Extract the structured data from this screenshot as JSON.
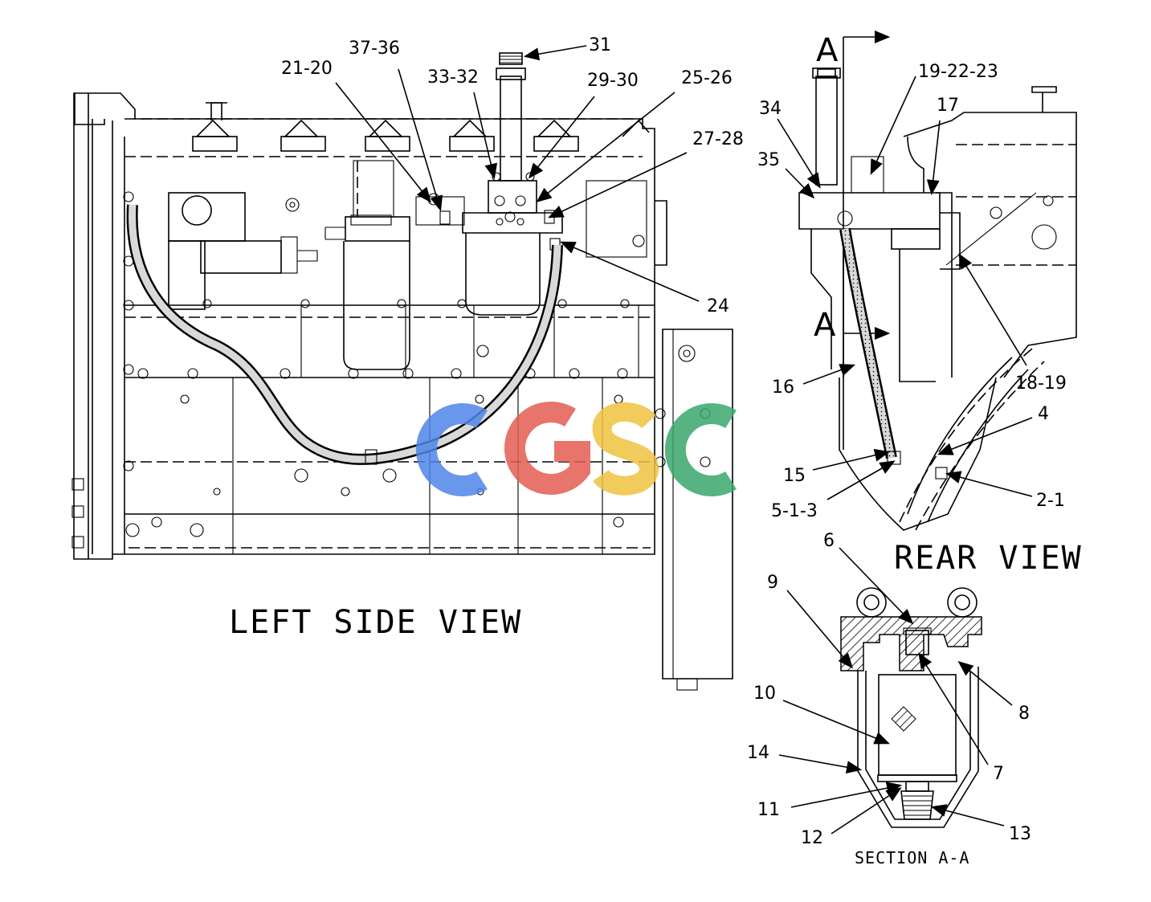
{
  "views": {
    "left_side_title": "LEFT SIDE VIEW",
    "rear_title": "REAR VIEW",
    "section_title": "SECTION A-A",
    "section_marker_top": "A",
    "section_marker_mid": "A"
  },
  "callouts_left": [
    {
      "id": "c31",
      "text": "31"
    },
    {
      "id": "c37_36",
      "text": "37-36"
    },
    {
      "id": "c21_20",
      "text": "21-20"
    },
    {
      "id": "c33_32",
      "text": "33-32"
    },
    {
      "id": "c29_30",
      "text": "29-30"
    },
    {
      "id": "c25_26",
      "text": "25-26"
    },
    {
      "id": "c27_28",
      "text": "27-28"
    },
    {
      "id": "c24",
      "text": "24"
    }
  ],
  "callouts_rear": [
    {
      "id": "c19_22_23",
      "text": "19-22-23"
    },
    {
      "id": "c34",
      "text": "34"
    },
    {
      "id": "c17",
      "text": "17"
    },
    {
      "id": "c35",
      "text": "35"
    },
    {
      "id": "c16",
      "text": "16"
    },
    {
      "id": "c18_19",
      "text": "18-19"
    },
    {
      "id": "c4",
      "text": "4"
    },
    {
      "id": "c15",
      "text": "15"
    },
    {
      "id": "c2_1",
      "text": "2-1"
    },
    {
      "id": "c5_1_3",
      "text": "5-1-3"
    }
  ],
  "callouts_section": [
    {
      "id": "c6",
      "text": "6"
    },
    {
      "id": "c9",
      "text": "9"
    },
    {
      "id": "c10",
      "text": "10"
    },
    {
      "id": "c8",
      "text": "8"
    },
    {
      "id": "c14",
      "text": "14"
    },
    {
      "id": "c7",
      "text": "7"
    },
    {
      "id": "c11",
      "text": "11"
    },
    {
      "id": "c13",
      "text": "13"
    },
    {
      "id": "c12",
      "text": "12"
    }
  ],
  "watermark": {
    "text": "CGSC",
    "colors": [
      "#4f86e8",
      "#e35d52",
      "#f0c341",
      "#3aa76d"
    ]
  }
}
